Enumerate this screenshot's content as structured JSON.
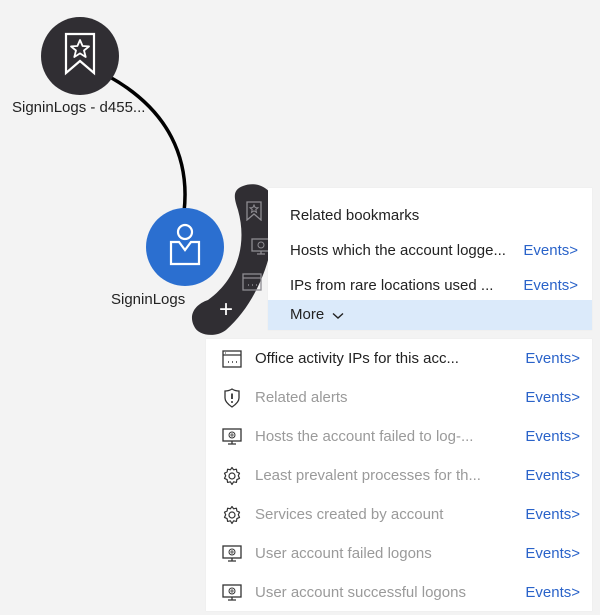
{
  "graph": {
    "nodes": [
      {
        "id": "bookmark",
        "label": "SigninLogs - d455...",
        "icon": "bookmark-star-icon",
        "color": "#302e33"
      },
      {
        "id": "account",
        "label": "SigninLogs",
        "icon": "user-account-icon",
        "color": "#2b6fd0"
      }
    ],
    "edge_color": "#000000"
  },
  "arc_menu": {
    "color": "#302e33",
    "icons": [
      "bookmark-star-icon",
      "monitor-icon",
      "browser-window-icon"
    ],
    "add_label": "+"
  },
  "quick_menu": {
    "items": [
      {
        "label": "Related bookmarks",
        "link": ""
      },
      {
        "label": "Hosts which the account logge...",
        "link": "Events>"
      },
      {
        "label": "IPs from rare locations used ...",
        "link": "Events>"
      }
    ],
    "more_label": "More",
    "more_bg": "#dbeafa"
  },
  "more_menu": {
    "items": [
      {
        "icon": "browser-window-icon",
        "label": "Office activity IPs for this acc...",
        "link": "Events>",
        "enabled": true
      },
      {
        "icon": "shield-alert-icon",
        "label": "Related alerts",
        "link": "Events>",
        "enabled": false
      },
      {
        "icon": "monitor-icon",
        "label": "Hosts the account failed to log-...",
        "link": "Events>",
        "enabled": false
      },
      {
        "icon": "gear-icon",
        "label": "Least prevalent processes for th...",
        "link": "Events>",
        "enabled": false
      },
      {
        "icon": "gear-icon",
        "label": "Services created by account",
        "link": "Events>",
        "enabled": false
      },
      {
        "icon": "monitor-icon",
        "label": "User account failed logons",
        "link": "Events>",
        "enabled": false
      },
      {
        "icon": "monitor-icon",
        "label": "User account successful logons",
        "link": "Events>",
        "enabled": false
      }
    ],
    "link_color": "#2a63c9"
  }
}
